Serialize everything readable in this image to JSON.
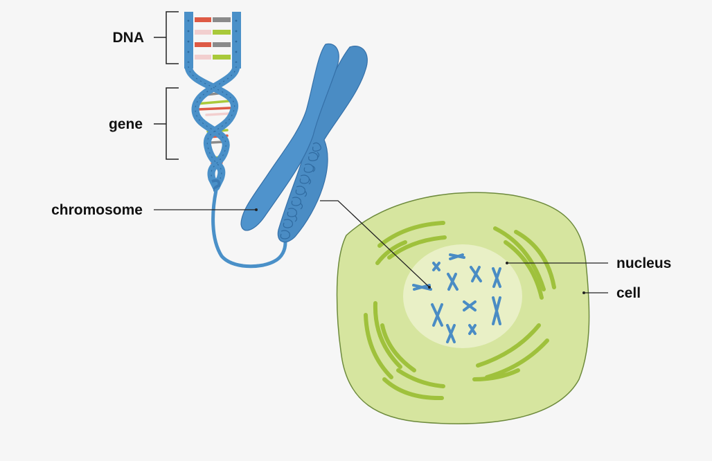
{
  "labels": {
    "dna": "DNA",
    "gene": "gene",
    "chromosome": "chromosome",
    "nucleus": "nucleus",
    "cell": "cell"
  },
  "colors": {
    "background": "#f6f6f6",
    "dna_strand": "#4a90c8",
    "chromosome": "#4a8cc4",
    "cell_body": "#d6e59f",
    "cell_outline": "#6d8a3c",
    "organelle": "#9fc13c",
    "nucleus": "#e9f0c6",
    "base_red": "#de5a45",
    "base_green": "#a9c93a",
    "base_gray": "#8a8a8a",
    "base_pink": "#f2cfcf"
  }
}
